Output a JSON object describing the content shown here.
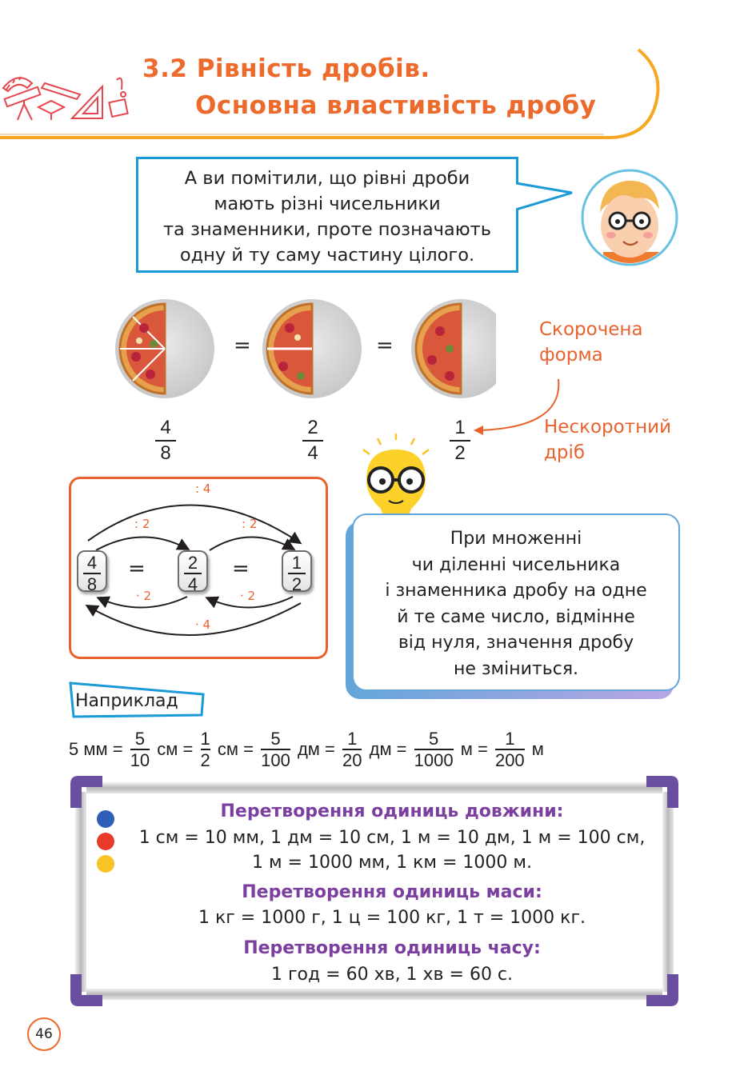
{
  "header": {
    "title_line1": "3.2 Рівність дробів.",
    "title_line2": "Основна властивість дробу"
  },
  "speech": {
    "lines": [
      "А ви помітили, що рівні дроби",
      "мають різні чисельники",
      "та знаменники, проте позначають",
      "одну й ту саму частину цілого."
    ]
  },
  "pizzas": {
    "equals": "=",
    "fractions": [
      {
        "num": "4",
        "den": "8"
      },
      {
        "num": "2",
        "den": "4"
      },
      {
        "num": "1",
        "den": "2"
      }
    ],
    "note_short": [
      "Скорочена",
      "форма"
    ],
    "note_irreducible": [
      "Нескоротний",
      "дріб"
    ]
  },
  "diagram": {
    "tiles": [
      {
        "num": "4",
        "den": "8"
      },
      {
        "num": "2",
        "den": "4"
      },
      {
        "num": "1",
        "den": "2"
      }
    ],
    "equals": "=",
    "div4": ": 4",
    "div2a": ": 2",
    "div2b": ": 2",
    "mul2a": "· 2",
    "mul2b": "· 2",
    "mul4": "· 4"
  },
  "rule": {
    "lines": [
      "При множенні",
      "чи діленні чисельника",
      "і знаменника дробу на одне",
      "й те саме число, відмінне",
      "від нуля, значення дробу",
      "не зміниться."
    ]
  },
  "example": {
    "label": "Наприклад",
    "start": "5 мм =",
    "parts": [
      {
        "num": "5",
        "den": "10",
        "unit": "см ="
      },
      {
        "num": "1",
        "den": "2",
        "unit": "см ="
      },
      {
        "num": "5",
        "den": "100",
        "unit": "дм ="
      },
      {
        "num": "1",
        "den": "20",
        "unit": "дм ="
      },
      {
        "num": "5",
        "den": "1000",
        "unit": "м ="
      },
      {
        "num": "1",
        "den": "200",
        "unit": "м"
      }
    ]
  },
  "board": {
    "length_title": "Перетворення одиниць довжини:",
    "length_line1": "1 см = 10 мм, 1 дм = 10 см, 1 м = 10 дм, 1 м = 100 см,",
    "length_line2": "1 м = 1000 мм, 1 км = 1000 м.",
    "mass_title": "Перетворення одиниць маси:",
    "mass_line": "1 кг = 1000 г, 1 ц = 100 кг, 1 т = 1000 кг.",
    "time_title": "Перетворення одиниць часу:",
    "time_line": "1 год = 60 хв, 1 хв = 60 с."
  },
  "footer": {
    "page_number": "46"
  },
  "colors": {
    "orange": "#ec6a2c",
    "blue": "#1a9ad6",
    "purple": "#7b3fa0",
    "board_frame": "#6a4fa0"
  }
}
